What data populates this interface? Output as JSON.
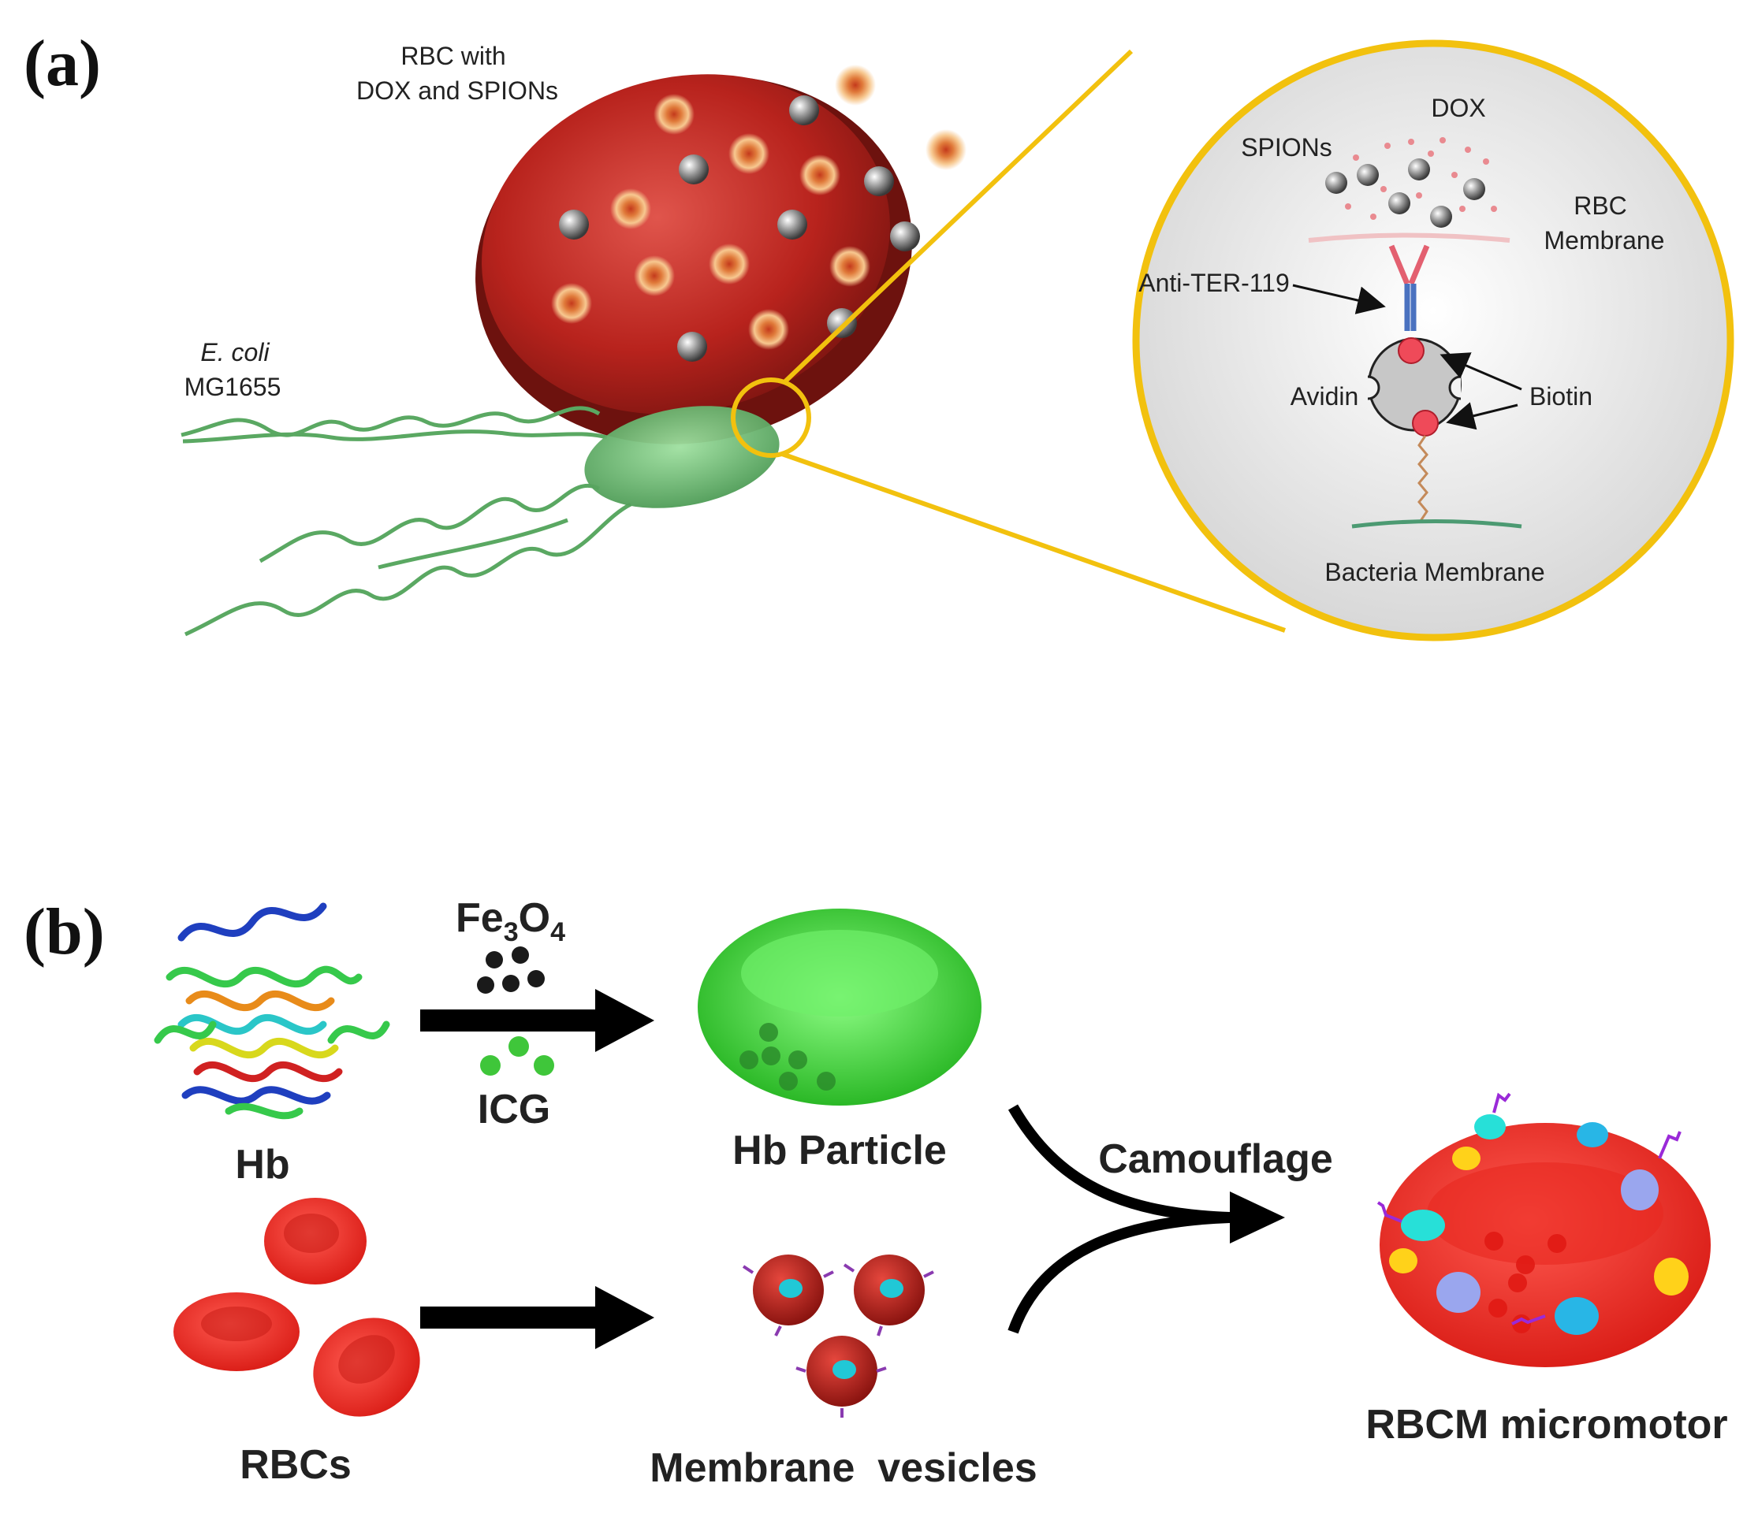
{
  "panel_a": {
    "label": "(a)",
    "rbc_label_line1": "RBC with",
    "rbc_label_line2": "DOX and SPIONs",
    "ecoli_line1": "E. coli",
    "ecoli_line2": "MG1655",
    "zoom": {
      "dox": "DOX",
      "spions": "SPIONs",
      "rbc_membrane_line1": "RBC",
      "rbc_membrane_line2": "Membrane",
      "anti_ter": "Anti-TER-119",
      "avidin": "Avidin",
      "biotin": "Biotin",
      "bacteria_membrane": "Bacteria Membrane"
    }
  },
  "panel_b": {
    "label": "(b)",
    "hb": "Hb",
    "fe3o4_main": "Fe",
    "fe3o4_sub1": "3",
    "fe3o4_o": "O",
    "fe3o4_sub2": "4",
    "icg": "ICG",
    "hb_particle": "Hb Particle",
    "rbcs": "RBCs",
    "membrane_vesicles": "Membrane  vesicles",
    "camouflage": "Camouflage",
    "rbcm_micromotor": "RBCM micromotor"
  },
  "colors": {
    "rbc_red": "#c0241e",
    "bacteria_green": "#6cbf72",
    "zoom_ring": "#f2c10e",
    "hb_particle_green": "#3fd83c"
  }
}
